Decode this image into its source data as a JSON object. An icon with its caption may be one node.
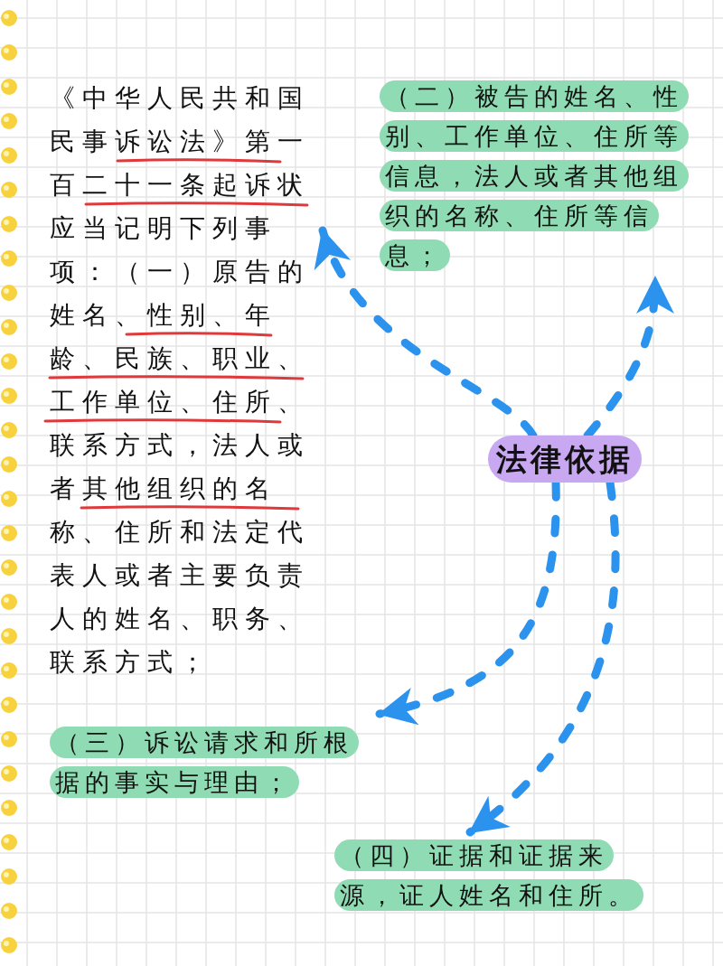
{
  "diagram": {
    "nodes": [
      {
        "text": [
          "《中华人民共和国民事诉讼法》第一百二十一条起诉状应当记明下列事项：（一）原告的姓名、性别、年龄、民族、职业、工作单位、住所、联系方式，法人或者其他组织的名称、住所和法定代表人或者主要负责人的姓名、职务、联系方式；"
        ]
      },
      {
        "text": [
          "（二）被告的姓名、性别、工作单位、住所等信息，法人或者其他组织的名称、住所等信息；"
        ]
      },
      {
        "text": [
          "法律依据"
        ]
      },
      {
        "text": [
          "（三）诉讼请求和所根据的事实与理由；"
        ]
      },
      {
        "text": [
          "（四）证据和证据来源，证人姓名和住所。"
        ]
      }
    ],
    "edges": [
      {
        "from": 2,
        "to": 0,
        "arrow": "to",
        "style": "dashed"
      },
      {
        "from": 2,
        "to": 1,
        "arrow": "to",
        "style": "dashed"
      },
      {
        "from": 2,
        "to": 3,
        "arrow": "to",
        "style": "dashed"
      },
      {
        "from": 2,
        "to": 4,
        "arrow": "to",
        "style": "dashed"
      }
    ]
  }
}
